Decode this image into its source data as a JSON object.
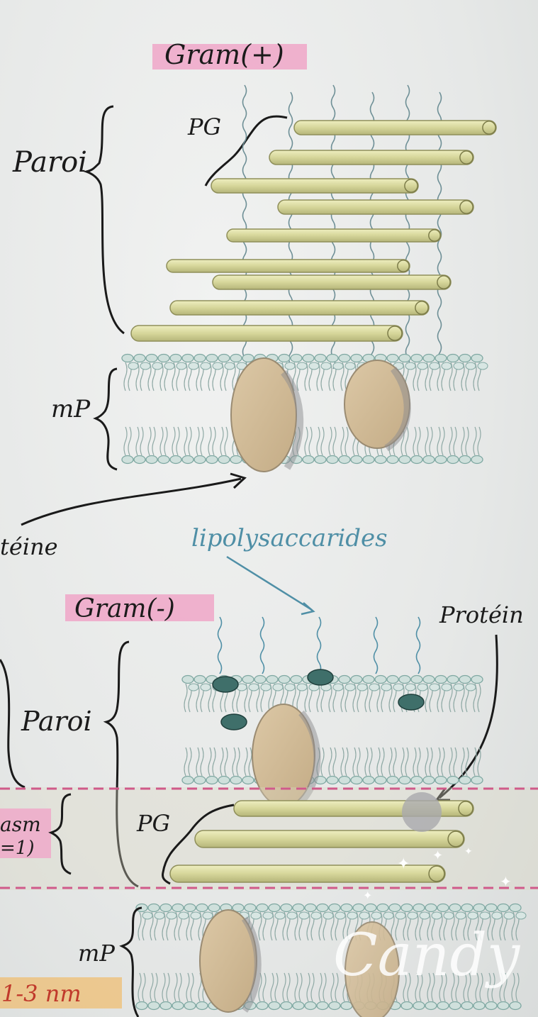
{
  "gram_positive": {
    "title": "Gram(+)",
    "paroi_label": "Paroi",
    "pg_label": "PG",
    "membrane_label": "mP",
    "protein_label": "téine"
  },
  "lipopolysaccharides_label": "lipolysaccarides",
  "gram_negative": {
    "title": "Gram(-)",
    "paroi_label": "Paroi",
    "protein_label": "Protéin",
    "pg_label": "PG",
    "periplasm_label": "asm",
    "periplasm_sub": "=1)",
    "membrane_label": "mP",
    "membrane_size": "1-3 nm"
  },
  "watermark": "Candy",
  "colors": {
    "highlight": "#f0a6c8",
    "peptidoglycan": "#dcdc9e",
    "lipid_head": "#a8c7c2",
    "protein": "#d2bc98",
    "lps_blue": "#4f8fa6"
  }
}
